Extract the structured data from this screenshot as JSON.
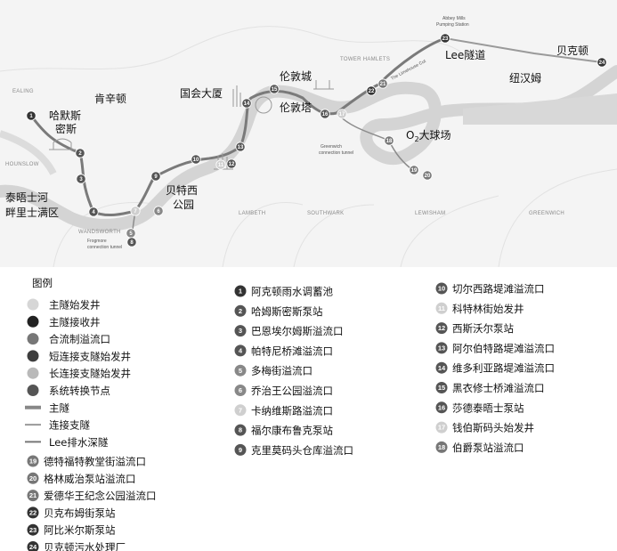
{
  "map": {
    "areas": {
      "ealing": "EALING",
      "hounslow": "HOUNSLOW",
      "wandsworth": "WANDSWORTH",
      "lambeth": "LAMBETH",
      "southwark": "SOUTHWARK",
      "tower_hamlets": "TOWER HAMLETS",
      "lewisham": "LEWISHAM",
      "greenwich": "GREENWICH"
    },
    "places": {
      "hammersmith": "哈默斯\n密斯",
      "kensington": "肯辛顿",
      "parliament": "国会大厦",
      "city_of_london": "伦敦城",
      "tower_of_london": "伦敦塔",
      "lee_tunnel": "Lee隧道",
      "beckton": "贝克顿",
      "newham": "纽汉姆",
      "o2": "O",
      "o2_sub": "2",
      "o2_suffix": "大球场",
      "battersea": "贝特西\n公园",
      "thames": "泰晤士河\n畔里士满区"
    },
    "small": {
      "abbey_mills": "Abbey Mills\nPumping Station",
      "limehouse": "The Limehouse Cut",
      "greenwich_tunnel": "Greenwich\nconnection tunnel",
      "frogmore": "Frogmore\nconnection tunnel"
    },
    "colors": {
      "river": "#d9d9d9",
      "main_tunnel": "#7a7a7a",
      "connection": "#8c8c8c",
      "lee_tunnel": "#9a9a9a",
      "dark_node": "#333333",
      "start_shaft": "#cfcfcf"
    }
  },
  "legend": {
    "title": "图例",
    "types": [
      {
        "label": "主隧始发井",
        "icon": "main-drive-shaft-icon",
        "color": "#d6d6d6"
      },
      {
        "label": "主隧接收井",
        "icon": "main-reception-shaft-icon",
        "color": "#222222"
      },
      {
        "label": "合流制溢流口",
        "icon": "cso-icon",
        "color": "#777777"
      },
      {
        "label": "短连接支隧始发井",
        "icon": "short-connection-shaft-icon",
        "color": "#3d3d3d"
      },
      {
        "label": "长连接支隧始发井",
        "icon": "long-connection-shaft-icon",
        "color": "#b9b9b9"
      },
      {
        "label": "系统转换节点",
        "icon": "system-node-icon",
        "color": "#555555"
      },
      {
        "label": "主隧",
        "icon": "main-tunnel-line-icon",
        "color": "#888888"
      },
      {
        "label": "连接支隧",
        "icon": "connection-tunnel-line-icon",
        "color": "#999999"
      },
      {
        "label": "Lee排水深隧",
        "icon": "lee-tunnel-line-icon",
        "color": "#777777"
      }
    ],
    "sites_col1": [
      {
        "n": "19",
        "label": "德特福特教堂街溢流口",
        "color": "#777777"
      },
      {
        "n": "20",
        "label": "格林威治泵站溢流口",
        "color": "#777777"
      },
      {
        "n": "21",
        "label": "爱德华王纪念公园溢流口",
        "color": "#777777"
      },
      {
        "n": "22",
        "label": "贝克布姆街泵站",
        "color": "#333333"
      },
      {
        "n": "23",
        "label": "阿比米尔斯泵站",
        "color": "#333333"
      },
      {
        "n": "24",
        "label": "贝克顿污水处理厂",
        "color": "#333333"
      }
    ],
    "sites_col2": [
      {
        "n": "1",
        "label": "阿克顿雨水调蓄池",
        "color": "#333333"
      },
      {
        "n": "2",
        "label": "哈姆斯密斯泵站",
        "color": "#555555"
      },
      {
        "n": "3",
        "label": "巴恩埃尔姆斯溢流口",
        "color": "#555555"
      },
      {
        "n": "4",
        "label": "帕特尼桥滩溢流口",
        "color": "#555555"
      },
      {
        "n": "5",
        "label": "多梅街溢流口",
        "color": "#888888"
      },
      {
        "n": "6",
        "label": "乔治王公园溢流口",
        "color": "#888888"
      },
      {
        "n": "7",
        "label": "卡纳维斯路溢流口",
        "color": "#cfcfcf"
      },
      {
        "n": "8",
        "label": "福尔康布鲁克泵站",
        "color": "#555555"
      },
      {
        "n": "9",
        "label": "克里莫码头仓库溢流口",
        "color": "#555555"
      }
    ],
    "sites_col3": [
      {
        "n": "10",
        "label": "切尔西路堤滩溢流口",
        "color": "#555555"
      },
      {
        "n": "11",
        "label": "科特林街始发井",
        "color": "#cfcfcf"
      },
      {
        "n": "12",
        "label": "西斯沃尔泵站",
        "color": "#555555"
      },
      {
        "n": "13",
        "label": "阿尔伯特路堤滩溢流口",
        "color": "#555555"
      },
      {
        "n": "14",
        "label": "维多利亚路堤滩溢流口",
        "color": "#555555"
      },
      {
        "n": "15",
        "label": "黑衣修士桥滩溢流口",
        "color": "#555555"
      },
      {
        "n": "16",
        "label": "莎德泰晤士泵站",
        "color": "#555555"
      },
      {
        "n": "17",
        "label": "钱伯斯码头始发井",
        "color": "#cfcfcf"
      },
      {
        "n": "18",
        "label": "伯爵泵站溢流口",
        "color": "#777777"
      }
    ]
  }
}
